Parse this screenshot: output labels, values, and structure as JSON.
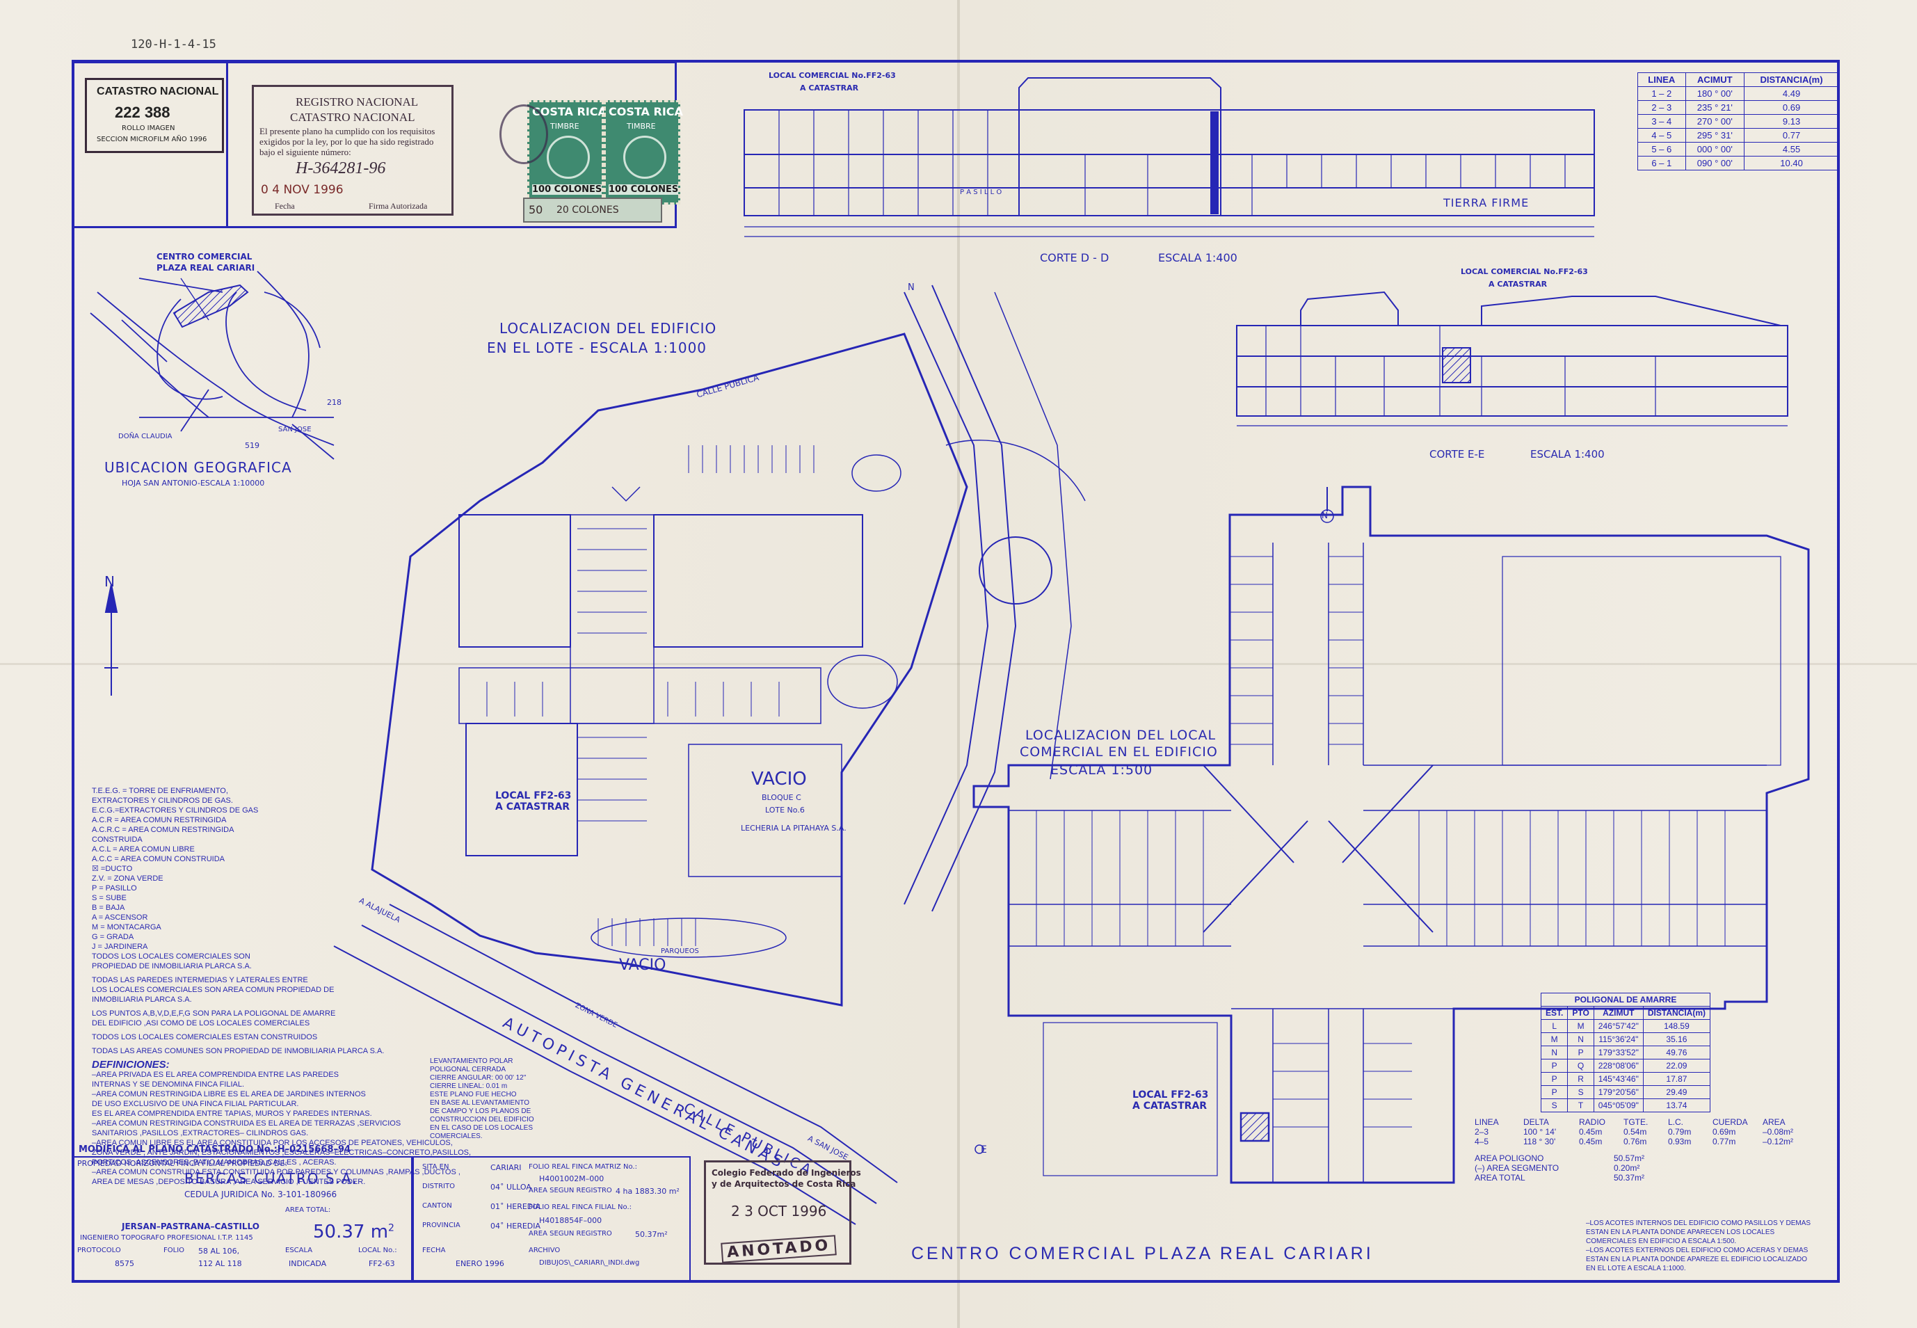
{
  "doc_id": "120-H-1-4-15",
  "catastro": {
    "title": "CATASTRO NACIONAL",
    "number": "222 388",
    "line1": "ROLLO  IMAGEN",
    "line2": "SECCION MICROFILM  AÑO 1996"
  },
  "registro": {
    "title1": "REGISTRO NACIONAL",
    "title2": "CATASTRO NACIONAL",
    "body": "El presente plano ha cumplido con los requisitos exigidos por la ley, por lo que ha sido registrado bajo el siguiente número:",
    "number": "H-364281-96",
    "date": "0 4 NOV 1996",
    "fecha_label": "Fecha",
    "firma_label": "Firma Autorizada"
  },
  "stamps_fiscal": [
    {
      "country": "COSTA RICA",
      "word": "TIMBRE",
      "value": "100 COLONES"
    },
    {
      "country": "COSTA RICA",
      "word": "TIMBRE",
      "value": "100 COLONES"
    }
  ],
  "stamp_small": {
    "value1": "50",
    "value2": "20 COLONES"
  },
  "corte_dd": {
    "local_label": "LOCAL COMERCIAL No.FF2-63",
    "catastrar": "A CATASTRAR",
    "title": "CORTE  D - D",
    "scale": "ESCALA 1:400",
    "tierra_firme": "TIERRA FIRME",
    "pasillo": "P A S I L L O"
  },
  "azimut_table": {
    "headers": [
      "LINEA",
      "ACIMUT",
      "DISTANCIA(m)"
    ],
    "rows": [
      [
        "1 – 2",
        "180 ° 00'",
        "4.49"
      ],
      [
        "2 – 3",
        "235 ° 21'",
        "0.69"
      ],
      [
        "3 – 4",
        "270 ° 00'",
        "9.13"
      ],
      [
        "4 – 5",
        "295 ° 31'",
        "0.77"
      ],
      [
        "5 – 6",
        "000 ° 00'",
        "4.55"
      ],
      [
        "6 – 1",
        "090 ° 00'",
        "10.40"
      ]
    ]
  },
  "ubicacion": {
    "centro_label1": "CENTRO COMERCIAL",
    "centro_label2": "PLAZA REAL CARIARI",
    "title": "UBICACION GEOGRAFICA",
    "subtitle": "HOJA SAN ANTONIO-ESCALA 1:10000",
    "labels": [
      "DOÑA CLAUDIA",
      "519",
      "218",
      "SAN JOSE"
    ],
    "north": "N"
  },
  "lote": {
    "title1": "LOCALIZACION DEL EDIFICIO",
    "title2": "EN EL LOTE  -  ESCALA 1:1000",
    "calle_publica": "CALLE PUBLICA",
    "autopista": "AUTOPISTA    GENERAL    CAÑAS",
    "calle_publica_2": "CALLE PUBLICA",
    "zona_verde": "ZONA VERDE",
    "vacio_big": "VACIO",
    "bloque_c": "BLOQUE C",
    "lote_no6": "LOTE No.6",
    "lecheria": "LECHERIA LA PITAHAYA S.A.",
    "local_ff263": "LOCAL  FF2-63",
    "a_catastrar": "A CATASTRAR",
    "vacio2": "VACIO",
    "alajuela": "A ALAJUELA",
    "san_jose": "A SAN JOSE",
    "parqueos": "PARQUEOS",
    "north": "N"
  },
  "corte_ee": {
    "local_label": "LOCAL COMERCIAL No.FF2-63",
    "catastrar": "A CATASTRAR",
    "title": "CORTE  E-E",
    "scale": "ESCALA 1:400"
  },
  "local_edificio": {
    "title1": "LOCALIZACION DEL LOCAL",
    "title2": "COMERCIAL EN EL EDIFICIO",
    "title3": "ESCALA  1:500",
    "local_ff263": "LOCAL  FF2-63",
    "a_catastrar": "A CATASTRAR",
    "north": "N",
    "east": "E"
  },
  "poligonal": {
    "title": "POLIGONAL DE AMARRE",
    "headers": [
      "EST.",
      "PTO",
      "AZIMUT",
      "DISTANCIA(m)"
    ],
    "rows": [
      [
        "L",
        "M",
        "246°57'42\"",
        "148.59"
      ],
      [
        "M",
        "N",
        "115°36'24\"",
        "35.16"
      ],
      [
        "N",
        "P",
        "179°33'52\"",
        "49.76"
      ],
      [
        "P",
        "Q",
        "228°08'06\"",
        "22.09"
      ],
      [
        "P",
        "R",
        "145°43'46\"",
        "17.87"
      ],
      [
        "P",
        "S",
        "179°20'56\"",
        "29.49"
      ],
      [
        "S",
        "T",
        "045°05'09\"",
        "13.74"
      ]
    ]
  },
  "curvas": {
    "headers": [
      "LINEA",
      "DELTA",
      "RADIO",
      "TGTE.",
      "L.C.",
      "CUERDA",
      "AREA"
    ],
    "rows": [
      [
        "2–3",
        "100 ° 14'",
        "0.45m",
        "0.54m",
        "0.79m",
        "0.69m",
        "–0.08m²"
      ],
      [
        "4–5",
        "118 ° 30'",
        "0.45m",
        "0.76m",
        "0.93m",
        "0.77m",
        "–0.12m²"
      ]
    ],
    "area_poligono_label": "AREA POLIGONO",
    "area_poligono": "50.57m²",
    "area_segmento_label": "(–) AREA SEGMENTO",
    "area_segmento": "0.20m²",
    "area_total_label": "AREA TOTAL",
    "area_total": "50.37m²"
  },
  "notes_right": [
    "–LOS ACOTES INTERNOS DEL EDIFICIO COMO PASILLOS Y DEMAS",
    "ESTAN EN LA PLANTA DONDE APARECEN LOS LOCALES",
    "COMERCIALES EN EDIFICIO A ESCALA 1:500.",
    "–LOS ACOTES EXTERNOS DEL EDIFICIO COMO ACERAS Y DEMAS",
    "ESTAN EN LA PLANTA DONDE APAREZE EL EDIFICIO LOCALIZADO",
    "EN EL LOTE A ESCALA 1:1000."
  ],
  "legend": [
    "T.E.E.G. = TORRE DE ENFRIAMENTO,",
    "EXTRACTORES Y CILINDROS DE GAS.",
    "E.C.G.=EXTRACTORES Y CILINDROS DE GAS",
    "A.C.R = AREA COMUN RESTRINGIDA",
    "A.C.R.C = AREA COMUN RESTRINGIDA",
    "CONSTRUIDA",
    "A.C.L = AREA COMUN LIBRE",
    "A.C.C = AREA COMUN CONSTRUIDA",
    "☒ =DUCTO",
    "Z.V. = ZONA VERDE",
    "P = PASILLO",
    "S = SUBE",
    "B = BAJA",
    "A = ASCENSOR",
    "M = MONTACARGA",
    "G = GRADA",
    "J = JARDINERA",
    "TODOS LOS LOCALES COMERCIALES SON",
    "PROPIEDAD DE INMOBILIARIA PLARCA S.A.",
    "TODAS LAS PAREDES INTERMEDIAS Y LATERALES ENTRE",
    "LOS LOCALES COMERCIALES SON AREA COMUN PROPIEDAD DE",
    "INMOBILIARIA PLARCA S.A.",
    "LOS PUNTOS A,B,V,D,E,F,G SON PARA LA POLIGONAL DE AMARRE",
    "DEL EDIFICIO ,ASI COMO DE LOS LOCALES COMERCIALES",
    "TODOS LOS LOCALES COMERCIALES ESTAN CONSTRUIDOS",
    "TODAS LAS AREAS COMUNES SON PROPIEDAD DE INMOBILIARIA PLARCA S.A."
  ],
  "definiciones": {
    "title": "DEFINICIONES:",
    "lines": [
      "–AREA PRIVADA ES EL AREA COMPRENDIDA ENTRE LAS PAREDES",
      "INTERNAS Y SE DENOMINA FINCA FILIAL.",
      "–AREA COMUN RESTRINGIDA LIBRE ES EL AREA DE JARDINES INTERNOS",
      "DE USO EXCLUSIVO DE UNA FINCA FILIAL PARTICULAR.",
      "ES EL AREA COMPRENDIDA ENTRE TAPIAS, MUROS Y PAREDES INTERNAS.",
      "–AREA COMUN RESTRINGIDA CONSTRUIDA ES EL AREA DE TERRAZAS ,SERVICIOS",
      "SANITARIOS ,PASILLOS ,EXTRACTORES– CILINDROS GAS.",
      "–AREA COMUN LIBRE ES EL AREA CONSTITUIDA POR LOS ACCESOS DE PEATONES, VEHICULOS,",
      "ZONA VERDE , ANTE JARDIN, ESTACIONAMIENTOS ,ESCALERAS–ELECTRICAS–CONCRETO,PASILLOS,",
      "PORTICOS ,ASCENSORES ,PATIO MANIOBRAS ,CALLES , ACERAS.",
      "–AREA COMUN CONSTRUIDA ESTA CONSTITUIDA POR PAREDES Y COLUMNAS ,RAMPAS ,DUCTOS ,",
      "AREA DE MESAS ,DEPOSITO BASURA ,AREA SERVICIO ,FUENTES PODER."
    ]
  },
  "levantamiento": [
    "LEVANTAMIENTO POLAR",
    "POLIGONAL  CERRADA",
    "CIERRE ANGULAR: 00 00' 12\"",
    "CIERRE  LINEAL: 0.01 m",
    "ESTE PLANO FUE HECHO",
    "EN BASE AL LEVANTAMIENTO",
    "DE CAMPO Y LOS PLANOS DE",
    "CONSTRUCCION DEL EDIFICIO",
    "EN EL CASO DE LOS LOCALES",
    "COMERCIALES."
  ],
  "modifica": "MODIFICA AL PLANO CATASTRADO No.:H–0215668–94",
  "titleblock": {
    "propiedad_label": "PROPIEDAD HORIZONTAL FINCA FILIAL PROPIEDAD DE:",
    "owner": "BERCAS  CUATRO  S.A.",
    "cedula": "CEDULA JURIDICA No. 3-101-180966",
    "surveyor": "JERSAN–PASTRANA–CASTILLO",
    "surveyor_title": "INGENIERO TOPOGRAFO PROFESIONAL I.T.P.  1145",
    "area_total_label": "AREA TOTAL:",
    "area_total": "50.37",
    "area_unit": "m",
    "protocolo_label": "PROTOCOLO",
    "protocolo": "8575",
    "folio_label": "FOLIO",
    "folio1": "58 AL 106,",
    "folio2": "112 AL 118",
    "escala_label": "ESCALA",
    "escala": "INDICADA",
    "local_label": "LOCAL No.:",
    "local": "FF2-63",
    "fecha_label": "FECHA",
    "fecha": "ENERO 1996",
    "sita_en_label": "SITA EN",
    "sita_en": "CARIARI",
    "distrito_label": "DISTRITO",
    "distrito": "04˚ ULLOA",
    "canton_label": "CANTON",
    "canton": "01˚ HEREDIA",
    "provincia_label": "PROVINCIA",
    "provincia": "04˚ HEREDIA",
    "folio_matriz_label": "FOLIO REAL FINCA MATRIZ No.:",
    "folio_matriz": "H4001002M–000",
    "area_registro_label": "AREA SEGUN REGISTRO",
    "area_registro": "4 ha 1883.30 m²",
    "folio_filial_label": "FOLIO REAL FINCA FILIAL No.:",
    "folio_filial": "H4018854F–000",
    "area_registro2_label": "AREA SEGUN REGISTRO",
    "area_registro2": "50.37m²",
    "archivo_label": "ARCHIVO",
    "archivo": "DIBUJOS\\_CARIARI\\_INDI.dwg"
  },
  "colegio_stamp": {
    "line1": "Colegio Federado de Ingenieros",
    "line2": "y de Arquitectos de Costa Rica",
    "date": "2 3 OCT 1996",
    "anotado": "ANOTADO"
  },
  "main_title": "CENTRO  COMERCIAL  PLAZA  REAL  CARIARI",
  "colors": {
    "ink": "#2626b5",
    "paper": "#efeae0",
    "stamp": "#4c3a4a",
    "stamp_green": "#2f6f5a"
  }
}
